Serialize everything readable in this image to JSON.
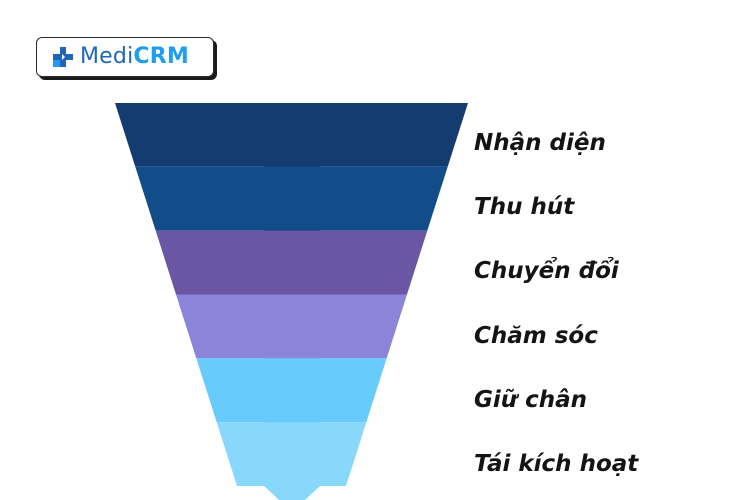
{
  "logo": {
    "name_part_1": "Medi",
    "name_part_2": "CRM",
    "icon": "medical-plus-icon",
    "colors": {
      "medi": "#1f66b8",
      "crm": "#1d9ef2",
      "cross_dark": "#1f66b8",
      "cross_light": "#1d9ef2"
    }
  },
  "funnel": {
    "stages": [
      {
        "label": "Nhận diện",
        "color": "#143c71"
      },
      {
        "label": "Thu hút",
        "color": "#124d8a"
      },
      {
        "label": "Chuyển đổi",
        "color": "#6a56a2"
      },
      {
        "label": "Chăm sóc",
        "color": "#8b84d8"
      },
      {
        "label": "Giữ chân",
        "color": "#67cbfb"
      },
      {
        "label": "Tái kích hoạt",
        "color": "#87d8fb"
      }
    ]
  }
}
